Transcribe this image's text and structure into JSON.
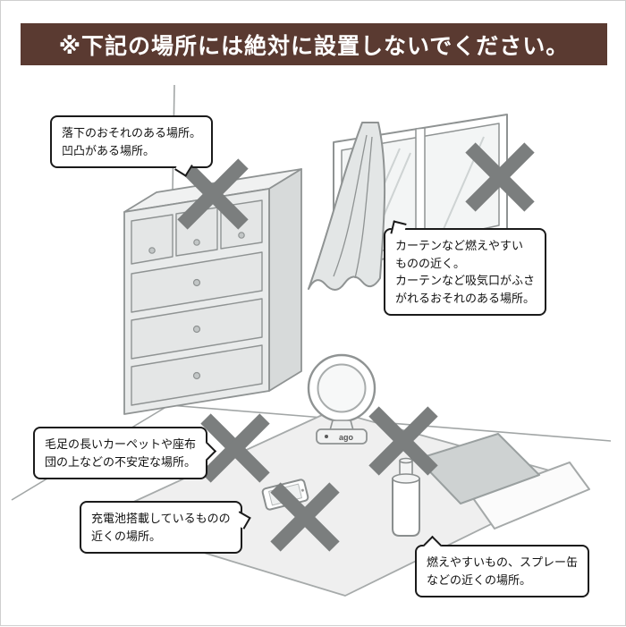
{
  "header": {
    "title": "※下記の場所には絶対に設置しないでください。",
    "bg_color": "#5a3a31",
    "text_color": "#ffffff"
  },
  "callouts": {
    "falling": {
      "text": "落下のおそれのある場所。\n凹凸がある場所。"
    },
    "curtain": {
      "text": "カーテンなど燃えやすい\nものの近く。\nカーテンなど吸気口がふさ\nがれるおそれのある場所。"
    },
    "carpet": {
      "text": "毛足の長いカーペットや座布\n団の上などの不安定な場所。"
    },
    "battery": {
      "text": "充電池搭載しているものの\n近くの場所。"
    },
    "spray": {
      "text": "燃えやすいもの、スプレー缶\nなどの近くの場所。"
    }
  },
  "device": {
    "brand": "ago"
  },
  "colors": {
    "x_mark": "#7b7e7e",
    "outline": "#8f9393",
    "furniture_fill": "#e9ebeb",
    "furniture_side": "#d7dada",
    "carpet_fill": "#efefef",
    "bubble_border": "#1a1a1a"
  }
}
